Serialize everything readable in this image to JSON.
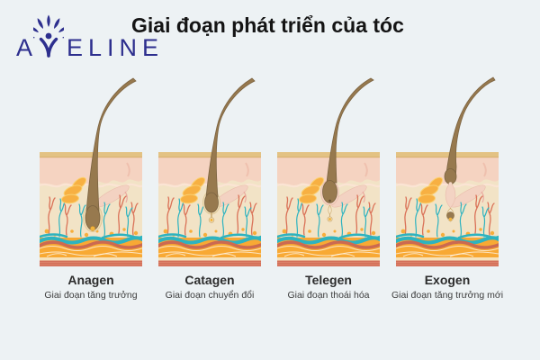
{
  "header": {
    "logo": {
      "text_prefix": "A",
      "text_suffix": "ELINE"
    },
    "title": "Giai đoạn phát triển của tóc"
  },
  "stages": [
    {
      "name": "Anagen",
      "description": "Giai đoạn tăng trưởng"
    },
    {
      "name": "Catagen",
      "description": "Giai đoạn chuyển đổi"
    },
    {
      "name": "Telegen",
      "description": "Giai đoạn thoái hóa"
    },
    {
      "name": "Exogen",
      "description": "Giai đoạn tăng trưởng mới"
    }
  ],
  "colors": {
    "background": "#edf2f4",
    "brand_navy": "#2d2f8e",
    "title_text": "#141414",
    "label_text": "#2c2c2c",
    "hair_brown": "#97794e",
    "hair_outline": "#7b6341",
    "epidermis_pink": "#f5d3c1",
    "dermis_cream": "#f2e3c6",
    "surface_tan": "#e3c283",
    "gland_yellow": "#f7b042",
    "fat_orange": "#f8a934",
    "vessel_teal": "#2db3c0",
    "vessel_red": "#da7258",
    "muscle_red": "#d4705a"
  }
}
